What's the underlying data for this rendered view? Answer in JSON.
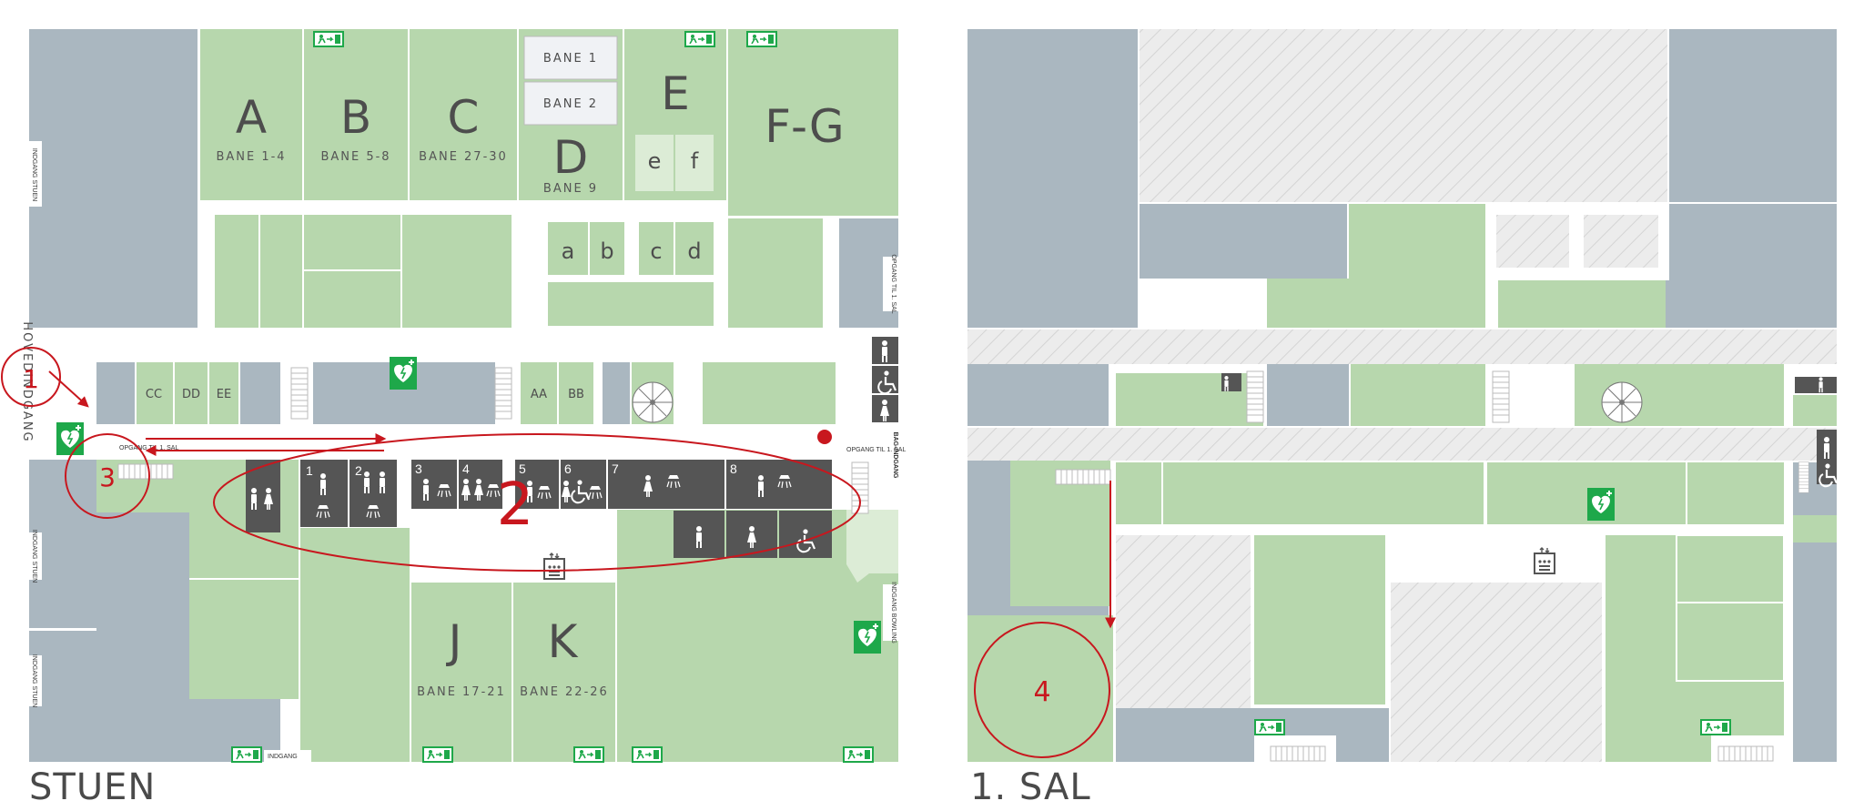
{
  "floors": [
    {
      "title": "STUEN"
    },
    {
      "title": "1. SAL"
    }
  ],
  "halls": [
    {
      "letter": "A",
      "sub": "BANE 1-4"
    },
    {
      "letter": "B",
      "sub": "BANE 5-8"
    },
    {
      "letter": "C",
      "sub": "BANE 27-30"
    },
    {
      "letter": "D",
      "sub": "BANE 9"
    },
    {
      "letter": "E",
      "sub": ""
    },
    {
      "letter": "F-G",
      "sub": ""
    },
    {
      "letter": "J",
      "sub": "BANE 17-21"
    },
    {
      "letter": "K",
      "sub": "BANE 22-26"
    }
  ],
  "bane_boxes": [
    "BANE 1",
    "BANE 2"
  ],
  "small_rooms": [
    "e",
    "f",
    "a",
    "b",
    "c",
    "d",
    "CC",
    "DD",
    "EE",
    "AA",
    "BB"
  ],
  "side_labels": {
    "hovedindgang": "HOVEDINDGANG",
    "indgang_stuen": "INDGANG STUEN",
    "opgang_1_sal": "OPGANG TIL 1. SAL",
    "bag_indgang": "BAG-INDGANG",
    "indgang_bowling": "INDGANG BOWLING",
    "indgang": "INDGANG"
  },
  "wardrobe_numbers": [
    "1",
    "2",
    "3",
    "4",
    "5",
    "6",
    "7",
    "8"
  ],
  "route_markers": [
    "1",
    "2",
    "3",
    "4"
  ],
  "icons": [
    "defibrillator-icon",
    "emergency-exit-icon",
    "toilet-icon",
    "wheelchair-icon",
    "shower-icon",
    "elevator-icon",
    "spiral-staircase-icon",
    "stairs-icon"
  ],
  "colors": {
    "hall_green": "#b7d7ad",
    "light_green": "#dcecd6",
    "service_gray": "#aab7c0",
    "dark_room": "#555555",
    "route_red": "#c8171e",
    "aed_green": "#1ea84a"
  }
}
